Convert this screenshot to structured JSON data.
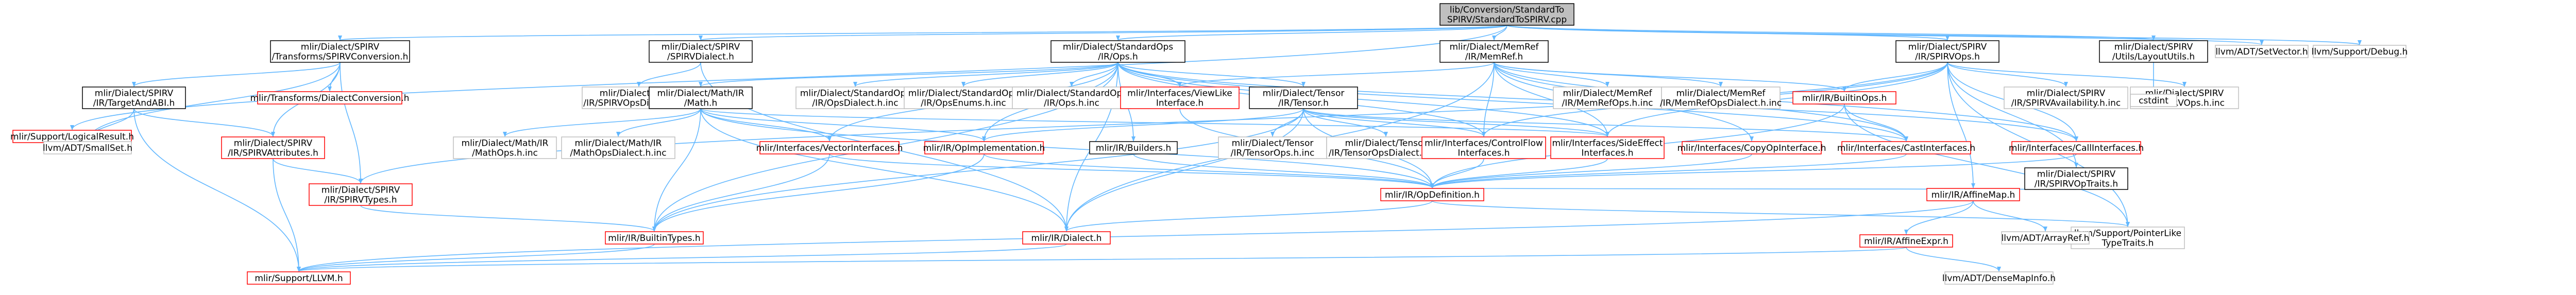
{
  "colors": {
    "root_fill": "#bfbfbf",
    "node_fill": "#ffffff",
    "node_stroke_black": "#000000",
    "node_stroke_red": "#ff0000",
    "node_stroke_grey": "#bfbfbf",
    "edge": "#63b8ff",
    "text": "#000000"
  },
  "nodes": [
    {
      "id": "root",
      "lines": [
        "lib/Conversion/StandardTo",
        "SPIRV/StandardToSPIRV.cpp"
      ],
      "style": "root"
    },
    {
      "id": "spirv_conv",
      "lines": [
        "mlir/Dialect/SPIRV",
        "/Transforms/SPIRVConversion.h"
      ],
      "style": "black"
    },
    {
      "id": "spirv_dialect",
      "lines": [
        "mlir/Dialect/SPIRV",
        "/SPIRVDialect.h"
      ],
      "style": "black"
    },
    {
      "id": "std_ops",
      "lines": [
        "mlir/Dialect/StandardOps",
        "/IR/Ops.h"
      ],
      "style": "black"
    },
    {
      "id": "memref",
      "lines": [
        "mlir/Dialect/MemRef",
        "/IR/MemRef.h"
      ],
      "style": "black"
    },
    {
      "id": "spirv_ops",
      "lines": [
        "mlir/Dialect/SPIRV",
        "/IR/SPIRVOps.h"
      ],
      "style": "black"
    },
    {
      "id": "layout",
      "lines": [
        "mlir/Dialect/SPIRV",
        "/Utils/LayoutUtils.h"
      ],
      "style": "black"
    },
    {
      "id": "setvector",
      "lines": [
        "llvm/ADT/SetVector.h"
      ],
      "style": "grey"
    },
    {
      "id": "debug",
      "lines": [
        "llvm/Support/Debug.h"
      ],
      "style": "grey"
    },
    {
      "id": "logical_result",
      "lines": [
        "mlir/Support/LogicalResult.h"
      ],
      "style": "red"
    },
    {
      "id": "target_and_abi",
      "lines": [
        "mlir/Dialect/SPIRV",
        "/IR/TargetAndABI.h"
      ],
      "style": "black"
    },
    {
      "id": "dialect_conversion",
      "lines": [
        "mlir/Transforms/DialectConversion.h"
      ],
      "style": "red"
    },
    {
      "id": "spirv_dialect_inc",
      "lines": [
        "mlir/Dialect/SPIRV",
        "/IR/SPIRVOpsDialect.h.inc"
      ],
      "style": "grey"
    },
    {
      "id": "math",
      "lines": [
        "mlir/Dialect/Math/IR",
        "/Math.h"
      ],
      "style": "black"
    },
    {
      "id": "std_dialect_inc",
      "lines": [
        "mlir/Dialect/StandardOps",
        "/IR/OpsDialect.h.inc"
      ],
      "style": "grey"
    },
    {
      "id": "std_enums_inc",
      "lines": [
        "mlir/Dialect/StandardOps",
        "/IR/OpsEnums.h.inc"
      ],
      "style": "grey"
    },
    {
      "id": "std_ops_inc",
      "lines": [
        "mlir/Dialect/StandardOps",
        "/IR/Ops.h.inc"
      ],
      "style": "grey"
    },
    {
      "id": "view_like",
      "lines": [
        "mlir/Interfaces/ViewLike",
        "Interface.h"
      ],
      "style": "red"
    },
    {
      "id": "tensor",
      "lines": [
        "mlir/Dialect/Tensor",
        "/IR/Tensor.h"
      ],
      "style": "black"
    },
    {
      "id": "memref_ops_inc",
      "lines": [
        "mlir/Dialect/MemRef",
        "/IR/MemRefOps.h.inc"
      ],
      "style": "grey"
    },
    {
      "id": "memref_dialect_inc",
      "lines": [
        "mlir/Dialect/MemRef",
        "/IR/MemRefOpsDialect.h.inc"
      ],
      "style": "grey"
    },
    {
      "id": "builtin_ops",
      "lines": [
        "mlir/IR/BuiltinOps.h"
      ],
      "style": "red"
    },
    {
      "id": "spirv_avail_inc",
      "lines": [
        "mlir/Dialect/SPIRV",
        "/IR/SPIRVAvailability.h.inc"
      ],
      "style": "grey"
    },
    {
      "id": "spirv_ops_inc",
      "lines": [
        "mlir/Dialect/SPIRV",
        "/IR/SPIRVOps.h.inc"
      ],
      "style": "grey"
    },
    {
      "id": "cstdint",
      "lines": [
        "cstdint"
      ],
      "style": "grey"
    },
    {
      "id": "small_set",
      "lines": [
        "llvm/ADT/SmallSet.h"
      ],
      "style": "grey"
    },
    {
      "id": "spirv_attrs",
      "lines": [
        "mlir/Dialect/SPIRV",
        "/IR/SPIRVAttributes.h"
      ],
      "style": "red"
    },
    {
      "id": "math_ops_inc",
      "lines": [
        "mlir/Dialect/Math/IR",
        "/MathOps.h.inc"
      ],
      "style": "grey"
    },
    {
      "id": "math_dialect_inc",
      "lines": [
        "mlir/Dialect/Math/IR",
        "/MathOpsDialect.h.inc"
      ],
      "style": "grey"
    },
    {
      "id": "vector_ifaces",
      "lines": [
        "mlir/Interfaces/VectorInterfaces.h"
      ],
      "style": "red"
    },
    {
      "id": "op_impl",
      "lines": [
        "mlir/IR/OpImplementation.h"
      ],
      "style": "red"
    },
    {
      "id": "builders",
      "lines": [
        "mlir/IR/Builders.h"
      ],
      "style": "black"
    },
    {
      "id": "tensor_ops_inc",
      "lines": [
        "mlir/Dialect/Tensor",
        "/IR/TensorOps.h.inc"
      ],
      "style": "grey"
    },
    {
      "id": "tensor_dialect_inc",
      "lines": [
        "mlir/Dialect/Tensor",
        "/IR/TensorOpsDialect.h.inc"
      ],
      "style": "grey"
    },
    {
      "id": "control_flow",
      "lines": [
        "mlir/Interfaces/ControlFlow",
        "Interfaces.h"
      ],
      "style": "red"
    },
    {
      "id": "side_effect",
      "lines": [
        "mlir/Interfaces/SideEffect",
        "Interfaces.h"
      ],
      "style": "red"
    },
    {
      "id": "copy_op",
      "lines": [
        "mlir/Interfaces/CopyOpInterface.h"
      ],
      "style": "red"
    },
    {
      "id": "cast_ifaces",
      "lines": [
        "mlir/Interfaces/CastInterfaces.h"
      ],
      "style": "red"
    },
    {
      "id": "call_ifaces",
      "lines": [
        "mlir/Interfaces/CallInterfaces.h"
      ],
      "style": "red"
    },
    {
      "id": "builtin_ops2",
      "lines": [
        "mlir/IR/BuiltinOps.h"
      ],
      "style": "red"
    },
    {
      "id": "spirv_optraits",
      "lines": [
        "mlir/Dialect/SPIRV",
        "/IR/SPIRVOpTraits.h"
      ],
      "style": "black"
    },
    {
      "id": "spirv_types",
      "lines": [
        "mlir/Dialect/SPIRV",
        "/IR/SPIRVTypes.h"
      ],
      "style": "red"
    },
    {
      "id": "op_definition",
      "lines": [
        "mlir/IR/OpDefinition.h"
      ],
      "style": "red"
    },
    {
      "id": "affine_map",
      "lines": [
        "mlir/IR/AffineMap.h"
      ],
      "style": "red"
    },
    {
      "id": "builtin_types",
      "lines": [
        "mlir/IR/BuiltinTypes.h"
      ],
      "style": "red"
    },
    {
      "id": "ir_dialect",
      "lines": [
        "mlir/IR/Dialect.h"
      ],
      "style": "red"
    },
    {
      "id": "pointer_like",
      "lines": [
        "llvm/Support/PointerLike",
        "TypeTraits.h"
      ],
      "style": "grey"
    },
    {
      "id": "array_ref",
      "lines": [
        "llvm/ADT/ArrayRef.h"
      ],
      "style": "grey"
    },
    {
      "id": "affine_expr",
      "lines": [
        "mlir/IR/AffineExpr.h"
      ],
      "style": "red"
    },
    {
      "id": "llvm_h",
      "lines": [
        "mlir/Support/LLVM.h"
      ],
      "style": "red"
    },
    {
      "id": "dense_map_info",
      "lines": [
        "llvm/ADT/DenseMapInfo.h"
      ],
      "style": "grey"
    }
  ]
}
